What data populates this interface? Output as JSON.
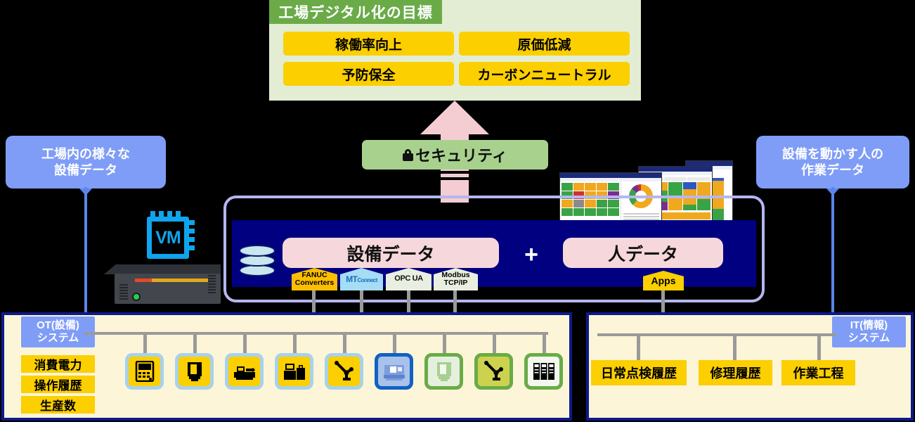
{
  "goal_panel": {
    "header": "工場デジタル化の目標",
    "chips": [
      "稼働率向上",
      "原価低減",
      "予防保全",
      "カーボンニュートラル"
    ]
  },
  "security": {
    "label": "セキュリティ",
    "icon": "lock-icon"
  },
  "callouts": {
    "left": {
      "line1": "工場内の様々な",
      "line2": "設備データ"
    },
    "right": {
      "line1": "設備を動かす人の",
      "line2": "作業データ"
    }
  },
  "edge_device": {
    "vm_label": "VM",
    "icon": "server-appliance"
  },
  "platform": {
    "database_icon": "database-cylinder-icon",
    "equipment_pill": "設備データ",
    "plus": "+",
    "human_pill": "人データ",
    "badges": [
      {
        "line1": "FANUC",
        "line2": "Converters",
        "color": "#fbbe00"
      },
      {
        "line1": "MT",
        "line2": "Connect",
        "color": "#a5dcf6"
      },
      {
        "line1": "OPC UA",
        "line2": "",
        "color": "#e9efe0"
      },
      {
        "line1": "Modbus",
        "line2": "TCP/IP",
        "color": "#e9efe0"
      }
    ],
    "apps_badge": "Apps"
  },
  "ot_system": {
    "label_line1": "OT(設備)",
    "label_line2": "システム",
    "tags": [
      "消費電力",
      "操作履歴",
      "生産数"
    ],
    "equipment_icons": [
      "control-panel-icon",
      "vertical-machining-center-icon",
      "cnc-lathe-icon",
      "workstation-machine-icon",
      "articulated-robot-icon",
      "cnc-machine-blue-icon",
      "machining-center-green-icon",
      "robot-arm-green-icon",
      "server-rack-icon"
    ]
  },
  "it_system": {
    "label_line1": "IT(情報)",
    "label_line2": "システム",
    "tags": [
      "日常点検履歴",
      "修理履歴",
      "作業工程"
    ]
  },
  "dashboards": [
    {
      "name": "tile-dashboard-screenshot"
    },
    {
      "name": "schedule-gantt-screenshot"
    },
    {
      "name": "bar-chart-screenshot"
    }
  ],
  "colors": {
    "goal_header": "#6aab48",
    "goal_body": "#e3edd4",
    "yellow": "#fbcf00",
    "callout_blue": "#7f9df7",
    "security_green": "#a9d18e",
    "arrow_pink": "#f4cdd2",
    "platform_navy": "#000080",
    "platform_border": "#b6b6f0",
    "pill_pink": "#f6d8dc",
    "box_cream": "#fdf5d8",
    "box_border": "#0d1a8c"
  }
}
